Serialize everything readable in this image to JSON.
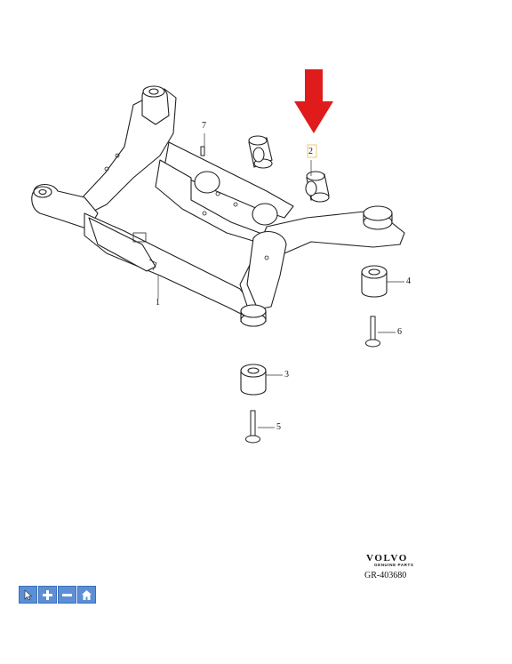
{
  "callouts": [
    {
      "id": "1",
      "text": "1"
    },
    {
      "id": "2",
      "text": "2"
    },
    {
      "id": "3",
      "text": "3"
    },
    {
      "id": "4",
      "text": "4"
    },
    {
      "id": "5",
      "text": "5"
    },
    {
      "id": "6",
      "text": "6"
    },
    {
      "id": "7",
      "text": "7"
    }
  ],
  "branding": {
    "logo_text": "VOLVO",
    "logo_subtext": "GENUINE PARTS",
    "reference": "GR-403680"
  },
  "highlight": {
    "arrow_color": "#e01b1b",
    "box_color": "#f2d28a",
    "target_callout": "2"
  },
  "toolbar": {
    "buttons": [
      {
        "name": "select-tool-button",
        "icon": "cursor-arrow-icon"
      },
      {
        "name": "zoom-in-button",
        "icon": "plus-icon"
      },
      {
        "name": "zoom-out-button",
        "icon": "minus-icon"
      },
      {
        "name": "home-button",
        "icon": "home-icon"
      }
    ],
    "color": "#5b8fd6"
  }
}
